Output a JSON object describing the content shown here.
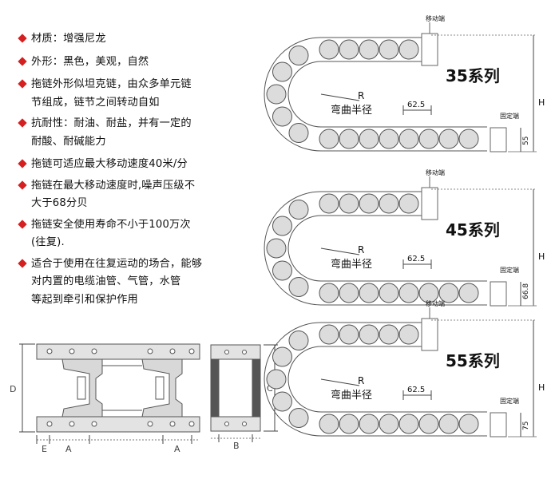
{
  "features": [
    {
      "text": "材质：增强尼龙"
    },
    {
      "text": "外形：黑色，美观，自然"
    },
    {
      "text": "拖链外形似坦克链，由众多单元链",
      "cont": "节组成，链节之间转动自如"
    },
    {
      "text": "抗耐性：耐油、耐盐，并有一定的",
      "cont": "耐酸、耐碱能力"
    },
    {
      "text": "拖链可适应最大移动速度40米/分"
    },
    {
      "text": "拖链在最大移动速度时,噪声压级不",
      "cont": "大于68分贝"
    },
    {
      "text": "拖链安全使用寿命不小于100万次",
      "cont": "(往复)."
    },
    {
      "text": "适合于使用在往复运动的场合，能够",
      "cont": "对内置的电缆油管、气管，水管",
      "cont2": "等起到牵引和保护作用"
    }
  ],
  "series": [
    {
      "name": "35系列",
      "moving_label": "移动端",
      "fixed_label": "固定端",
      "radius_label": "R",
      "bend_label": "弯曲半径",
      "pitch": "62.5",
      "height_label": "H",
      "base_value": "55"
    },
    {
      "name": "45系列",
      "moving_label": "移动端",
      "fixed_label": "固定端",
      "radius_label": "R",
      "bend_label": "弯曲半径",
      "pitch": "62.5",
      "height_label": "H",
      "base_value": "66.8"
    },
    {
      "name": "55系列",
      "moving_label": "移动端",
      "fixed_label": "固定端",
      "radius_label": "R",
      "bend_label": "弯曲半径",
      "pitch": "62.5",
      "height_label": "H",
      "base_value": "75"
    }
  ],
  "link_front": {
    "d_label": "D",
    "e_label": "E",
    "a_left_label": "A",
    "a_right_label": "A"
  },
  "link_side": {
    "c_label": "C",
    "b_label": "B"
  },
  "colors": {
    "bullet": "#d42020",
    "chain_fill": "#dcdcdc",
    "chain_stroke": "#555555",
    "dim_line": "#444444"
  }
}
